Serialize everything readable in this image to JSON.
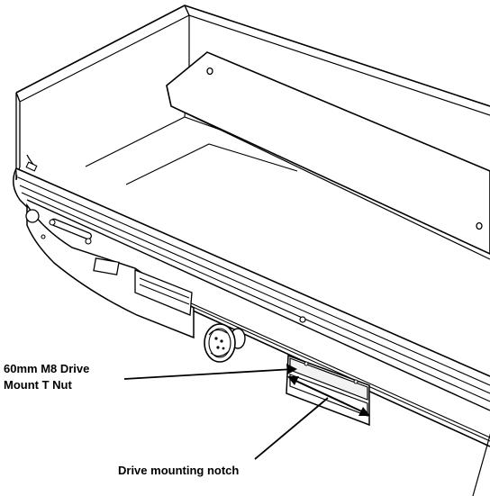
{
  "callouts": {
    "t_nut_line1": "60mm M8 Drive",
    "t_nut_line2": "Mount T Nut",
    "notch": "Drive mounting notch"
  },
  "colors": {
    "line": "#000000",
    "background": "#ffffff",
    "part_fill": "#ffffff",
    "shade": "#f2f2f2"
  }
}
